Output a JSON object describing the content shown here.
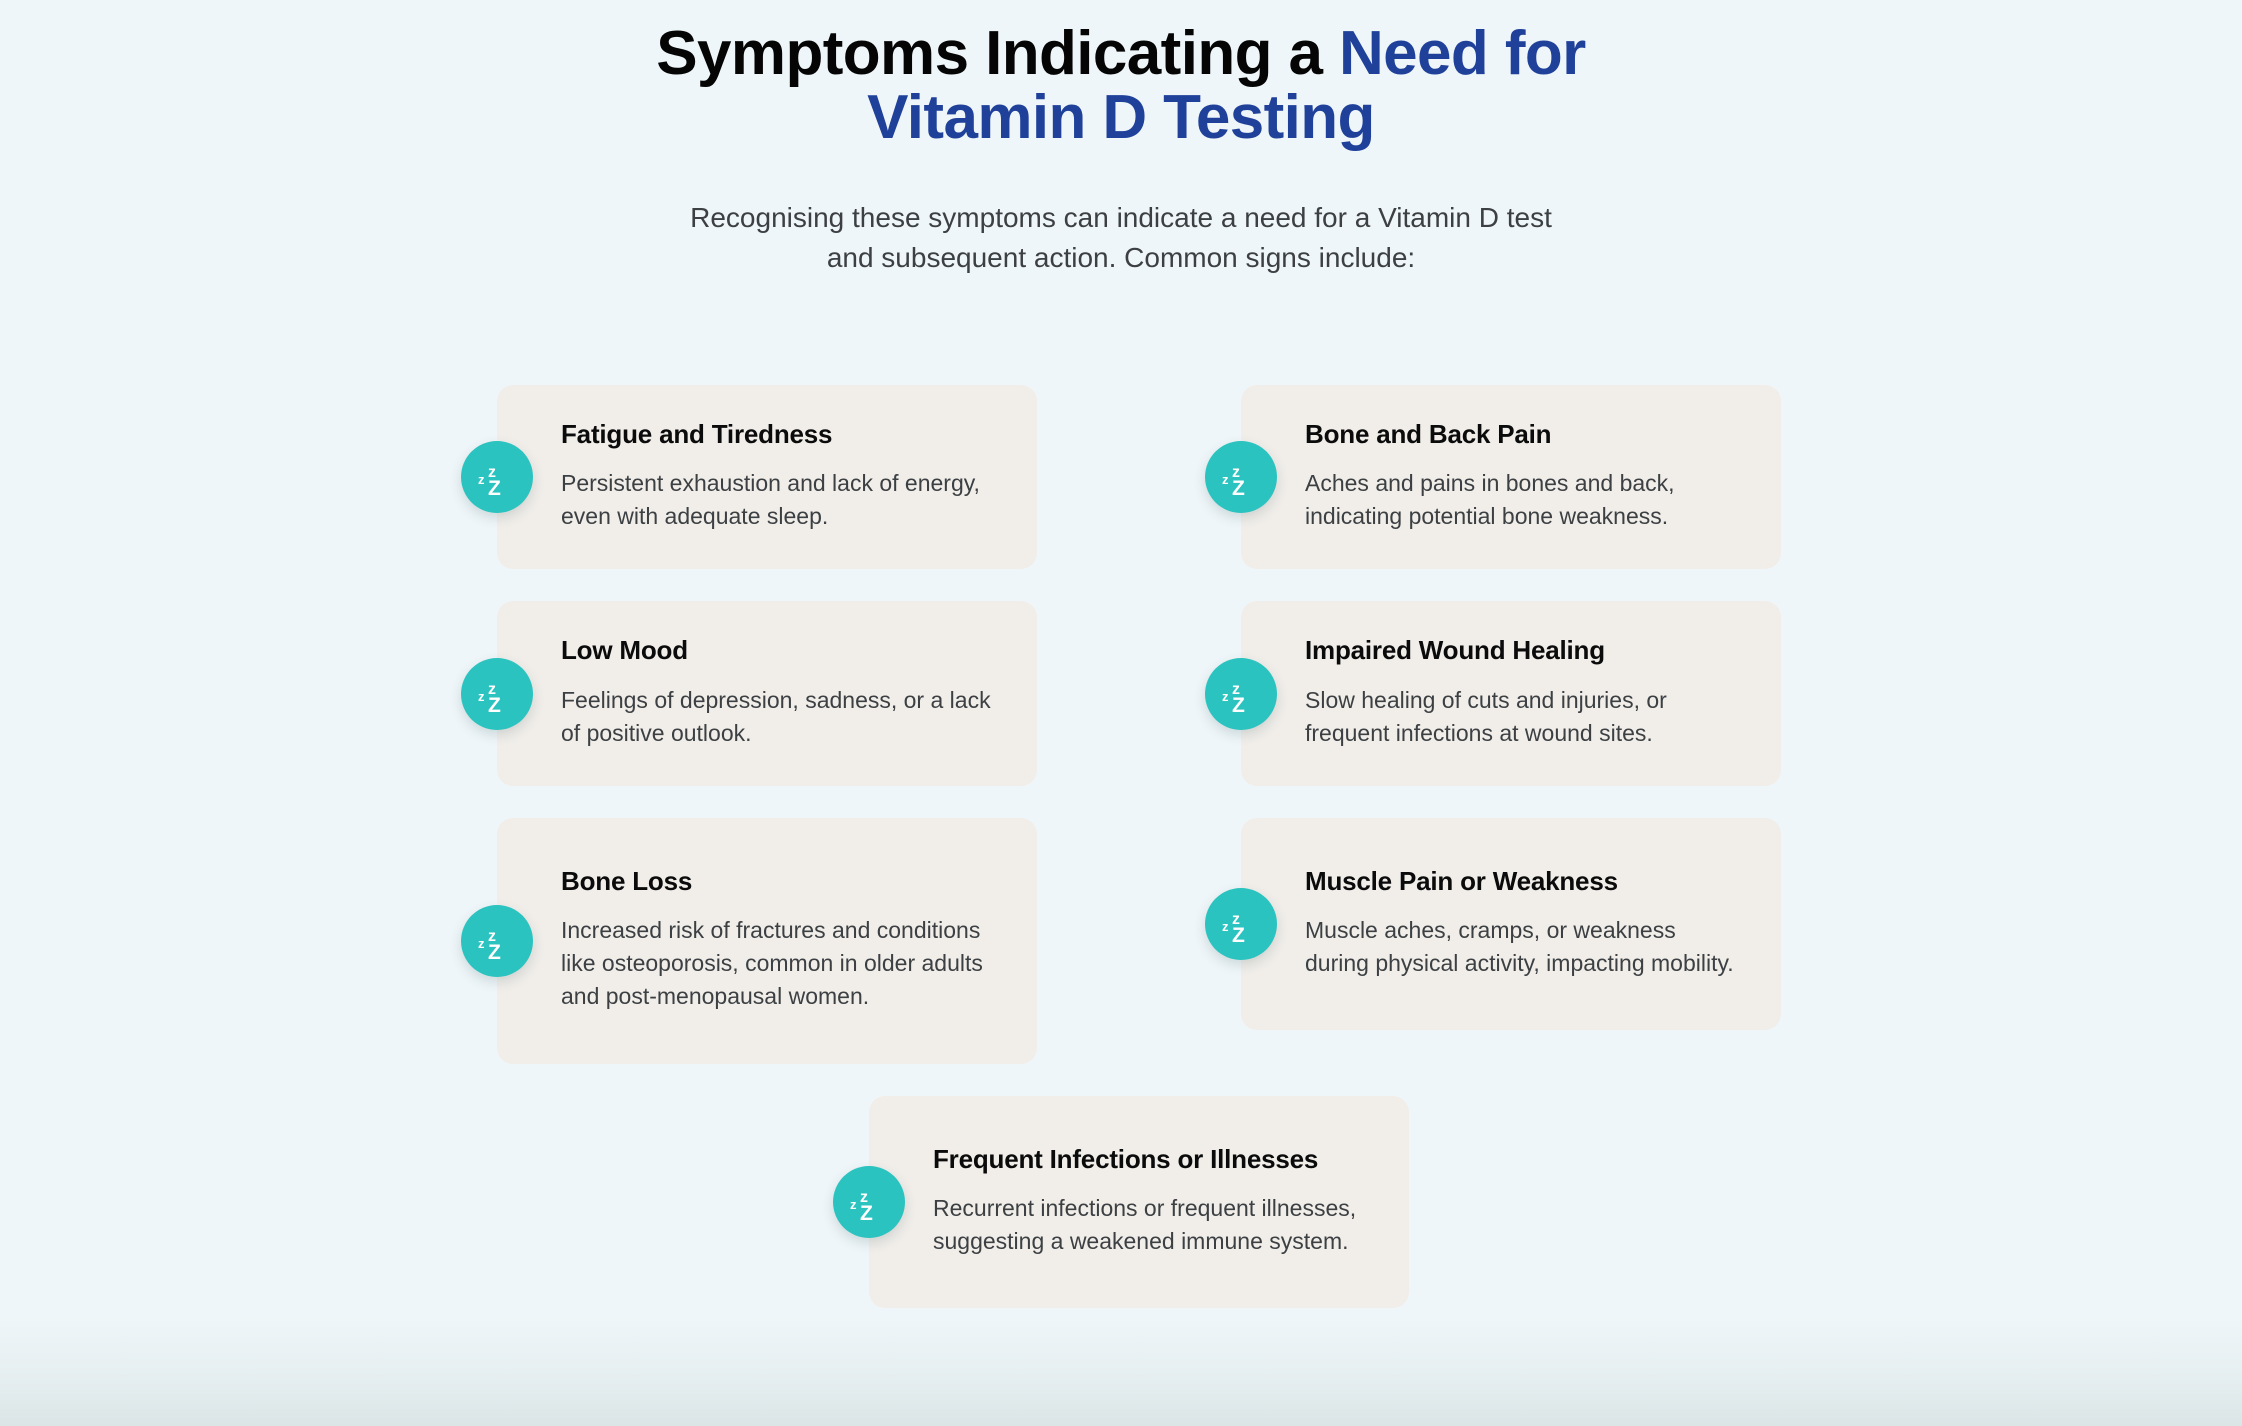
{
  "page": {
    "background_color": "#eff6f9",
    "card_color": "#f1eeea",
    "accent_blue": "#20419a",
    "icon_teal": "#2bc3bf",
    "body_text_color": "#3c4043"
  },
  "header": {
    "title_part1": "Symptoms Indicating a ",
    "title_accent1": "Need for",
    "title_accent2": "Vitamin D Testing",
    "subtitle_line1": "Recognising these symptoms can indicate a need for a Vitamin D test",
    "subtitle_line2": "and subsequent action. Common signs include:"
  },
  "icon": {
    "name": "zzz-sleep-icon",
    "z_small": "z",
    "z_mid": "z",
    "z_big": "Z"
  },
  "cards": [
    {
      "title": "Fatigue and Tiredness",
      "description": "Persistent exhaustion and lack of energy, even with adequate sleep.",
      "icon": "zzz-sleep-icon"
    },
    {
      "title": "Bone and Back Pain",
      "description": "Aches and pains in bones and back, indicating potential bone weakness.",
      "icon": "zzz-sleep-icon"
    },
    {
      "title": "Low Mood",
      "description": "Feelings of depression, sadness, or a lack of positive outlook.",
      "icon": "zzz-sleep-icon"
    },
    {
      "title": "Impaired Wound Healing",
      "description": "Slow healing of cuts and injuries, or frequent infections at wound sites.",
      "icon": "zzz-sleep-icon"
    },
    {
      "title": "Bone Loss",
      "description": "Increased risk of fractures and conditions like osteoporosis, common in older adults and post-menopausal women.",
      "icon": "zzz-sleep-icon"
    },
    {
      "title": "Muscle Pain or Weakness",
      "description": "Muscle aches, cramps, or weakness during physical activity, impacting mobility.",
      "icon": "zzz-sleep-icon"
    },
    {
      "title": "Frequent Infections or Illnesses",
      "description": "Recurrent infections or frequent illnesses, suggesting a weakened immune system.",
      "icon": "zzz-sleep-icon"
    }
  ]
}
